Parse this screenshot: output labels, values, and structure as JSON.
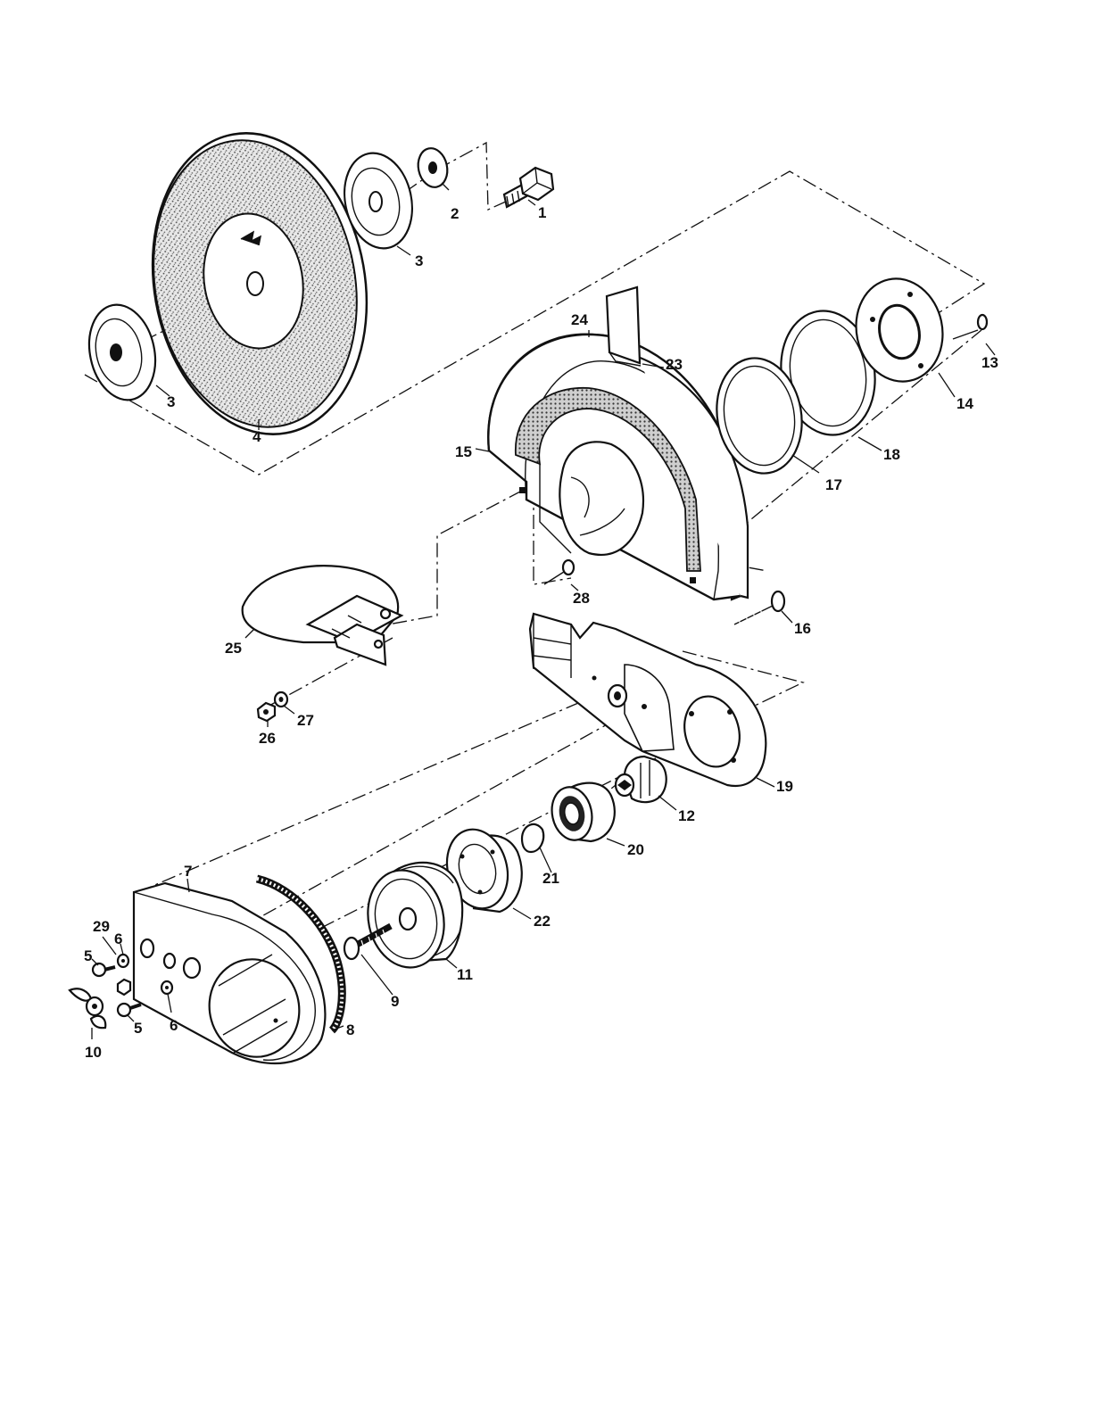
{
  "diagram": {
    "type": "exploded-parts-view",
    "part_labels": [
      "1",
      "2",
      "3",
      "3",
      "4",
      "5",
      "5",
      "6",
      "6",
      "7",
      "8",
      "9",
      "10",
      "11",
      "12",
      "13",
      "14",
      "15",
      "16",
      "17",
      "18",
      "19",
      "20",
      "21",
      "22",
      "23",
      "24",
      "25",
      "26",
      "27",
      "28",
      "29"
    ]
  }
}
